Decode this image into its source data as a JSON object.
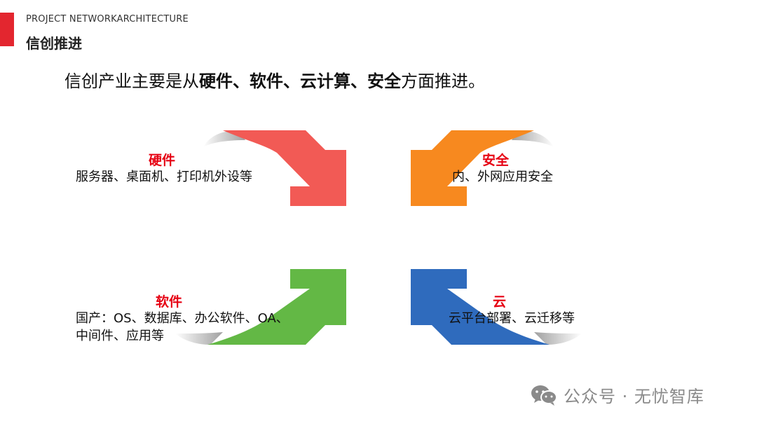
{
  "header": {
    "subtitle": "PROJECT NETWORKARCHITECTURE",
    "title": "信创推进"
  },
  "intro": {
    "prefix": "信创产业主要是从",
    "hardware": "硬件",
    "sep1": "、",
    "software": "软件",
    "sep2": "、",
    "cloud": "云计算",
    "sep3": "、",
    "security": "安全",
    "suffix": "方面推进。"
  },
  "quadrants": {
    "hardware": {
      "title": "硬件",
      "desc": "服务器、桌面机、打印机外设等"
    },
    "security": {
      "title": "安全",
      "desc": "内、外网应用安全"
    },
    "software": {
      "title": "软件",
      "desc_line1": "国产：OS、数据库、办公软件、OA、",
      "desc_line2": "中间件、应用等"
    },
    "cloud": {
      "title": "云",
      "desc": "云平台部署、云迁移等"
    }
  },
  "colors": {
    "accent": "#e3262f",
    "hardware_arrow": "#f25a55",
    "security_arrow": "#f7891f",
    "software_arrow": "#63b845",
    "cloud_arrow": "#2f6bbd",
    "title_red": "#e60012"
  },
  "watermark": {
    "icon": "wechat-icon",
    "text": "公众号 · 无忧智库"
  }
}
